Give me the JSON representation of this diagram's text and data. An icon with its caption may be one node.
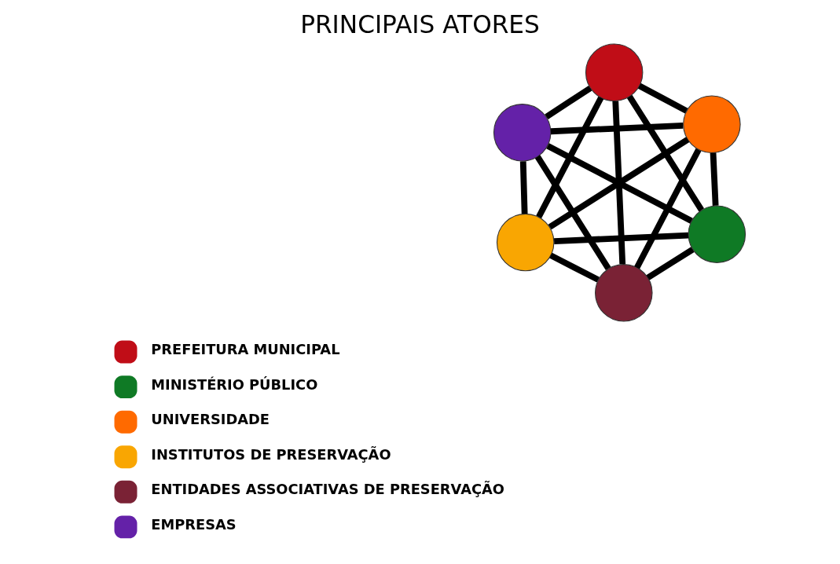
{
  "diagram": {
    "title": "PRINCIPAIS ATORES",
    "nodes": [
      {
        "text": [],
        "shape": "circle"
      },
      {
        "text": [],
        "shape": "circle"
      },
      {
        "text": [],
        "shape": "circle"
      },
      {
        "text": [],
        "shape": "circle"
      },
      {
        "text": [],
        "shape": "circle"
      },
      {
        "text": [],
        "shape": "circle"
      }
    ],
    "edges": [
      {
        "from": 0,
        "to": 1,
        "arrow": "none"
      },
      {
        "from": 0,
        "to": 2,
        "arrow": "none"
      },
      {
        "from": 0,
        "to": 3,
        "arrow": "none"
      },
      {
        "from": 0,
        "to": 4,
        "arrow": "none"
      },
      {
        "from": 0,
        "to": 5,
        "arrow": "none"
      },
      {
        "from": 1,
        "to": 2,
        "arrow": "none"
      },
      {
        "from": 1,
        "to": 3,
        "arrow": "none"
      },
      {
        "from": 1,
        "to": 4,
        "arrow": "none"
      },
      {
        "from": 1,
        "to": 5,
        "arrow": "none"
      },
      {
        "from": 2,
        "to": 3,
        "arrow": "none"
      },
      {
        "from": 2,
        "to": 4,
        "arrow": "none"
      },
      {
        "from": 2,
        "to": 5,
        "arrow": "none"
      },
      {
        "from": 3,
        "to": 4,
        "arrow": "none"
      },
      {
        "from": 3,
        "to": 5,
        "arrow": "none"
      },
      {
        "from": 4,
        "to": 5,
        "arrow": "none"
      }
    ],
    "legend": [
      {
        "text": "PREFEITURA MUNICIPAL",
        "color": "#c00d17"
      },
      {
        "text": "MINISTÉRIO PÚBLICO",
        "color": "#0f7a25"
      },
      {
        "text": "UNIVERSIDADE",
        "color": "#ff6a00"
      },
      {
        "text": "INSTITUTOS DE PRESERVAÇÃO",
        "color": "#f9a602"
      },
      {
        "text": "ENTIDADES ASSOCIATIVAS DE PRESERVAÇÃO",
        "color": "#7a2235"
      },
      {
        "text": "EMPRESAS",
        "color": "#6421a8"
      }
    ]
  }
}
